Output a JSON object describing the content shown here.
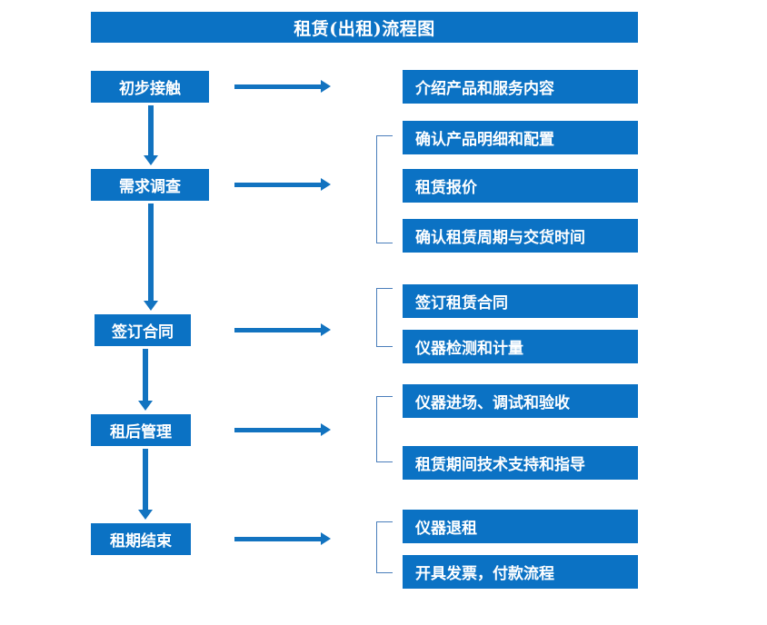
{
  "diagram": {
    "title": "租赁(出租)流程图",
    "theme": {
      "box_fill": "#0B72C4",
      "box_text": "#FFFFFF",
      "arrow": "#1273C0",
      "bracket": "#4A7EBB",
      "background": "#FFFFFF"
    },
    "stages": [
      {
        "label": "初步接触"
      },
      {
        "label": "需求调查"
      },
      {
        "label": "签订合同"
      },
      {
        "label": "租后管理"
      },
      {
        "label": "租期结束"
      }
    ],
    "details": [
      {
        "label": "介绍产品和服务内容"
      },
      {
        "label": "确认产品明细和配置"
      },
      {
        "label": "租赁报价"
      },
      {
        "label": "确认租赁周期与交货时间"
      },
      {
        "label": "签订租赁合同"
      },
      {
        "label": "仪器检测和计量"
      },
      {
        "label": "仪器进场、调试和验收"
      },
      {
        "label": "租赁期间技术支持和指导"
      },
      {
        "label": "仪器退租"
      },
      {
        "label": "开具发票，付款流程"
      }
    ],
    "connectors": {
      "flow_arrow": "arrow-right-icon",
      "sequence_arrow": "arrow-down-icon",
      "group_bracket": "bracket-icon"
    }
  }
}
